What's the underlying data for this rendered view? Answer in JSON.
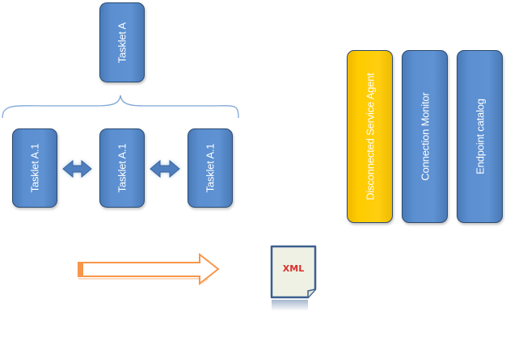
{
  "diagram": {
    "parent_tasklet": {
      "label": "Tasklet A"
    },
    "child_tasklets": [
      {
        "label": "Tasklet A.1"
      },
      {
        "label": "Tasklet A.1"
      },
      {
        "label": "Tasklet A.1"
      }
    ],
    "services": [
      {
        "label": "Disconnected  Service  Agent",
        "color": "#ffcc00"
      },
      {
        "label": "Connection Monitor",
        "color": "#5b8fd1"
      },
      {
        "label": "Endpoint catalog",
        "color": "#5b8fd1"
      }
    ],
    "xml_icon": {
      "label": "XML"
    },
    "colors": {
      "box_blue": "#5b8fd1",
      "box_border": "#2b4a6f",
      "highlight_yellow": "#ffcc00",
      "arrow_orange": "#f7964a",
      "brace_blue": "#7fa7d6",
      "xml_red": "#d9302e"
    }
  }
}
